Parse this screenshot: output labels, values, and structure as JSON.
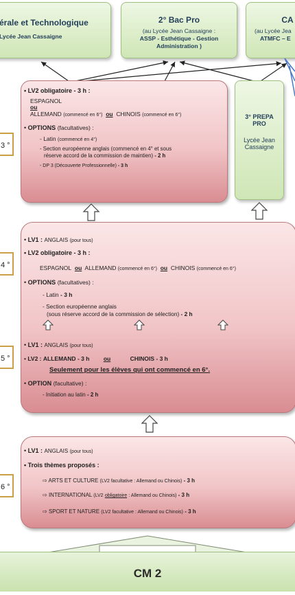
{
  "top": {
    "generale": {
      "title": "érale et Technologique",
      "sub": "Lycée Jean Cassaigne"
    },
    "bacpro": {
      "title": "2° Bac Pro",
      "sub1": "(au Lycée Jean Cassaigne :",
      "sub2": "ASSP - Esthétique - Gestion",
      "sub3": "Administration )"
    },
    "cap": {
      "title": "CA",
      "sub1": "(au Lycée Jea",
      "sub2": "ATMFC – E"
    }
  },
  "levels": {
    "l3": "3 °",
    "l4": "4 °",
    "l5": "5 °",
    "l6": "6 °"
  },
  "prepa": {
    "title1": "3° PREPA",
    "title2": "PRO",
    "sub1": "Lycée Jean",
    "sub2": "Cassaigne"
  },
  "box3": {
    "lv2": "LV2 obligatoire - 3 h :",
    "espagnol": "ESPAGNOL",
    "ou": "ou",
    "allemand": "ALLEMAND",
    "allemand_note": "(commencé en 6°)",
    "chinois": "CHINOIS",
    "chinois_note": "(commencé en 6°)",
    "options": "OPTIONS",
    "options_note": "(facultatives) :",
    "latin": "- Latin",
    "latin_note": "(commencé en 4°)",
    "section1": "- Section européenne anglais (commencé en 4° et sous",
    "section2": "réserve accord de la commission de maintien)",
    "section2_h": "- 2 h",
    "dp3": "- DP 3 (Découverte Professionnelle)",
    "dp3_h": "- 3 h"
  },
  "box4": {
    "lv1": "LV1 :",
    "lv1_val": "ANGLAIS",
    "lv1_note": "(pour tous)",
    "lv2": "LV2 obligatoire - 3 h :",
    "espagnol": "ESPAGNOL",
    "ou": "ou",
    "allemand": "ALLEMAND",
    "allemand_note": "(commencé en 6°)",
    "chinois": "CHINOIS",
    "chinois_note": "(commencé en 6°)",
    "options": "OPTIONS",
    "options_note": "(facultatives) :",
    "latin": "- Latin",
    "latin_h": "- 3 h",
    "section1": "- Section européenne anglais",
    "section2": "(sous réserve accord de la commission de sélection)",
    "section2_h": "- 2 h"
  },
  "box5": {
    "lv1": "LV1 :",
    "lv1_val": "ANGLAIS",
    "lv1_note": "(pour tous)",
    "lv2": "LV2 :",
    "allemand": "ALLEMAND",
    "allemand_h": "- 3 h",
    "ou": "ou",
    "chinois": "CHINOIS",
    "chinois_h": "- 3 h",
    "seulement": "Seulement pour les élèves qui ont commencé en 6°.",
    "option": "OPTION",
    "option_note": "(facultative) :",
    "initiation": "- Initiation au latin",
    "initiation_h": "- 2 h"
  },
  "box6": {
    "lv1": "LV1 :",
    "lv1_val": "ANGLAIS",
    "lv1_note": "(pour tous)",
    "themes": "Trois thèmes proposés :",
    "t1": "ARTS ET CULTURE",
    "t1_note": "(LV2 facultative : Allemand ou Chinois)",
    "t1_h": "- 3 h",
    "t2": "INTERNATIONAL",
    "t2_note_a": "(LV2",
    "t2_note_u": "obligatoire",
    "t2_note_b": ": Allemand ou Chinois)",
    "t2_h": "- 3 h",
    "t3": "SPORT ET NATURE",
    "t3_note": "(LV2 facultative : Allemand ou Chinois)",
    "t3_h": "- 3 h"
  },
  "bottom": {
    "cm2": "CM 2"
  }
}
